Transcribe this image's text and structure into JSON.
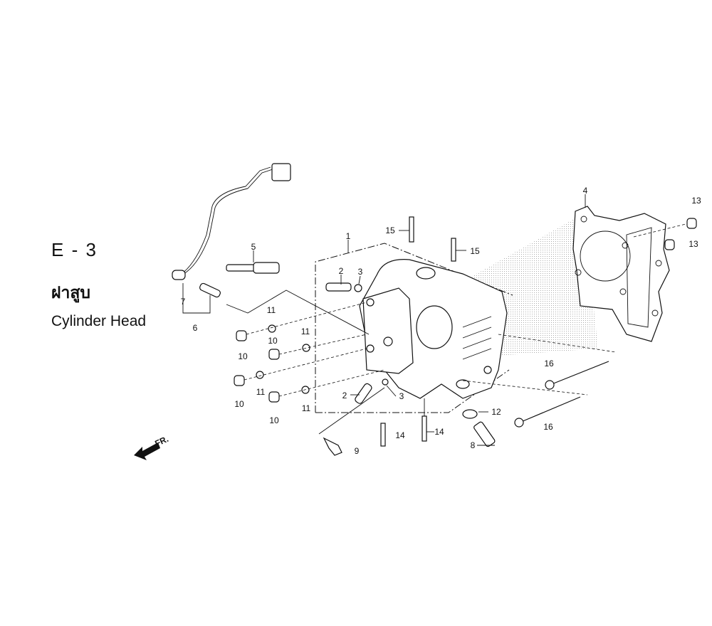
{
  "header": {
    "section_code": "E - 3",
    "title_thai": "ฝาสูบ",
    "title_english": "Cylinder Head"
  },
  "direction_marker": "FR.",
  "callouts": [
    "1",
    "2",
    "3",
    "15",
    "15",
    "4",
    "13",
    "13",
    "5",
    "7",
    "6",
    "11",
    "10",
    "11",
    "10",
    "10",
    "11",
    "11",
    "10",
    "2",
    "3",
    "16",
    "16",
    "12",
    "14",
    "14",
    "8",
    "9"
  ]
}
